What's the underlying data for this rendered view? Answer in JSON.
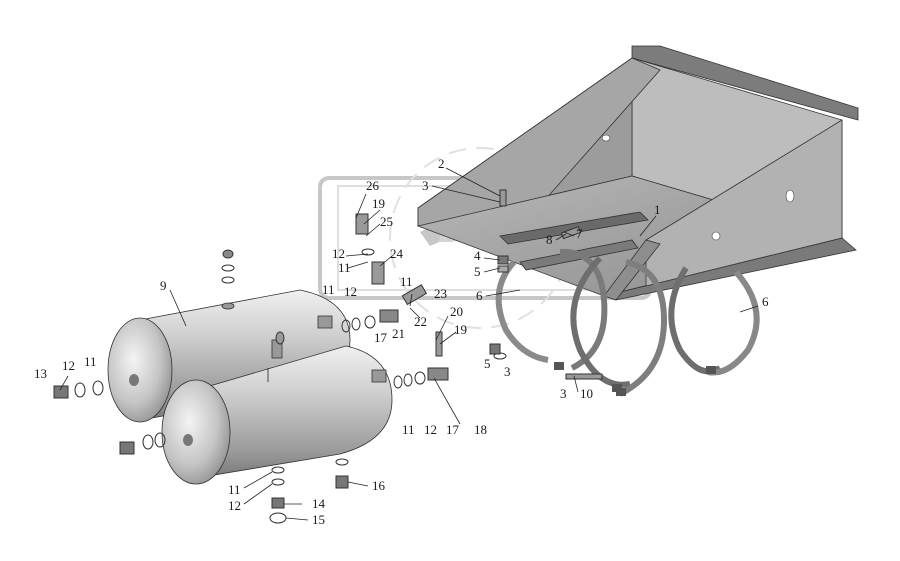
{
  "labels": {
    "l1": "1",
    "l2": "2",
    "l3a": "3",
    "l3b": "3",
    "l3c": "3",
    "l4": "4",
    "l5a": "5",
    "l5b": "5",
    "l6a": "6",
    "l6b": "6",
    "l7": "7",
    "l8": "8",
    "l9": "9",
    "l10": "10",
    "l11a": "11",
    "l11b": "11",
    "l11c": "11",
    "l11d": "11",
    "l11e": "11",
    "l11f": "11",
    "l12a": "12",
    "l12b": "12",
    "l12c": "12",
    "l12d": "12",
    "l12e": "12",
    "l13": "13",
    "l14": "14",
    "l15": "15",
    "l16": "16",
    "l17a": "17",
    "l17b": "17",
    "l18": "18",
    "l19a": "19",
    "l19b": "19",
    "l20": "20",
    "l21": "21",
    "l22": "22",
    "l23": "23",
    "l24": "24",
    "l25": "25",
    "l26": "26"
  },
  "watermark": {
    "text": "D  PEX",
    "color": "#b8b8b8"
  },
  "colors": {
    "steel_light": "#d8d8d8",
    "steel_mid": "#a8a8a8",
    "steel_dark": "#6e6e6e",
    "clamp": "#8a8a8a",
    "line": "#222222"
  }
}
